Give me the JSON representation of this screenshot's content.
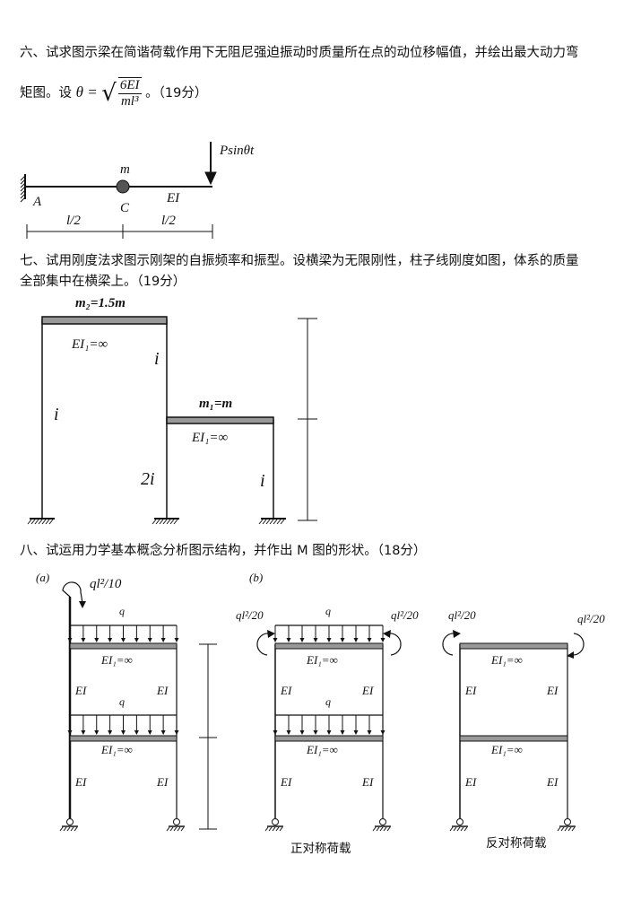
{
  "q6": {
    "line1": "六、试求图示梁在简谐荷载作用下无阻尼强迫振动时质量所在点的动位移幅值，并绘出最大动力弯",
    "line2_prefix": "矩图。设",
    "theta": "θ =",
    "numerator": "6EI",
    "denominator": "ml³",
    "line2_suffix": "。（19分）",
    "figure": {
      "load": "Psinθt",
      "mass": "m",
      "A": "A",
      "C": "C",
      "EI": "EI",
      "half1": "l/2",
      "half2": "l/2"
    }
  },
  "q7": {
    "line1": "七、试用刚度法求图示刚架的自振频率和振型。设横梁为无限刚性，柱子线刚度如图，体系的质量",
    "line2": "全部集中在横梁上。（19分）",
    "figure": {
      "m2": "m₂=1.5m",
      "m1": "m₁=m",
      "EI_top": "EI₁=∞",
      "EI_mid": "EI₁=∞",
      "i_left": "i",
      "i_upper": "i",
      "two_i": "2i",
      "i_right": "i"
    }
  },
  "q8": {
    "line1": "八、试运用力学基本概念分析图示结构，并作出 M 图的形状。（18分）",
    "fig_a": {
      "label": "(a)",
      "moment": "ql²/10",
      "q1": "q",
      "q2": "q",
      "EI1a": "EI₁=∞",
      "EI1b": "EI₁=∞",
      "EI": "EI"
    },
    "fig_b": {
      "label": "(b)",
      "moment_left": "ql²/20",
      "moment_right": "ql²/20",
      "q1": "q",
      "q2": "q",
      "EI1a": "EI₁=∞",
      "EI1b": "EI₁=∞",
      "EI": "EI",
      "caption": "正对称荷载"
    },
    "fig_c": {
      "moment_left": "ql²/20",
      "moment_right": "ql²/20",
      "EI1a": "EI₁=∞",
      "EI1b": "EI₁=∞",
      "EI": "EI",
      "caption": "反对称荷载"
    }
  }
}
